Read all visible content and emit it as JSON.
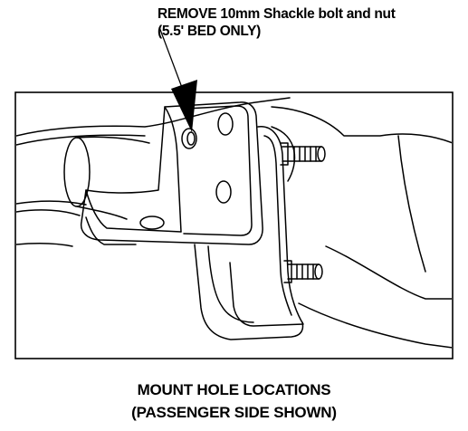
{
  "callout": {
    "line1": "REMOVE 10mm Shackle bolt and nut",
    "line2": "(5.5' BED ONLY)"
  },
  "caption": {
    "line1": "MOUNT HOLE LOCATIONS",
    "line2": "(PASSENGER SIDE SHOWN)"
  },
  "colors": {
    "ink": "#000000",
    "paper": "#ffffff"
  }
}
